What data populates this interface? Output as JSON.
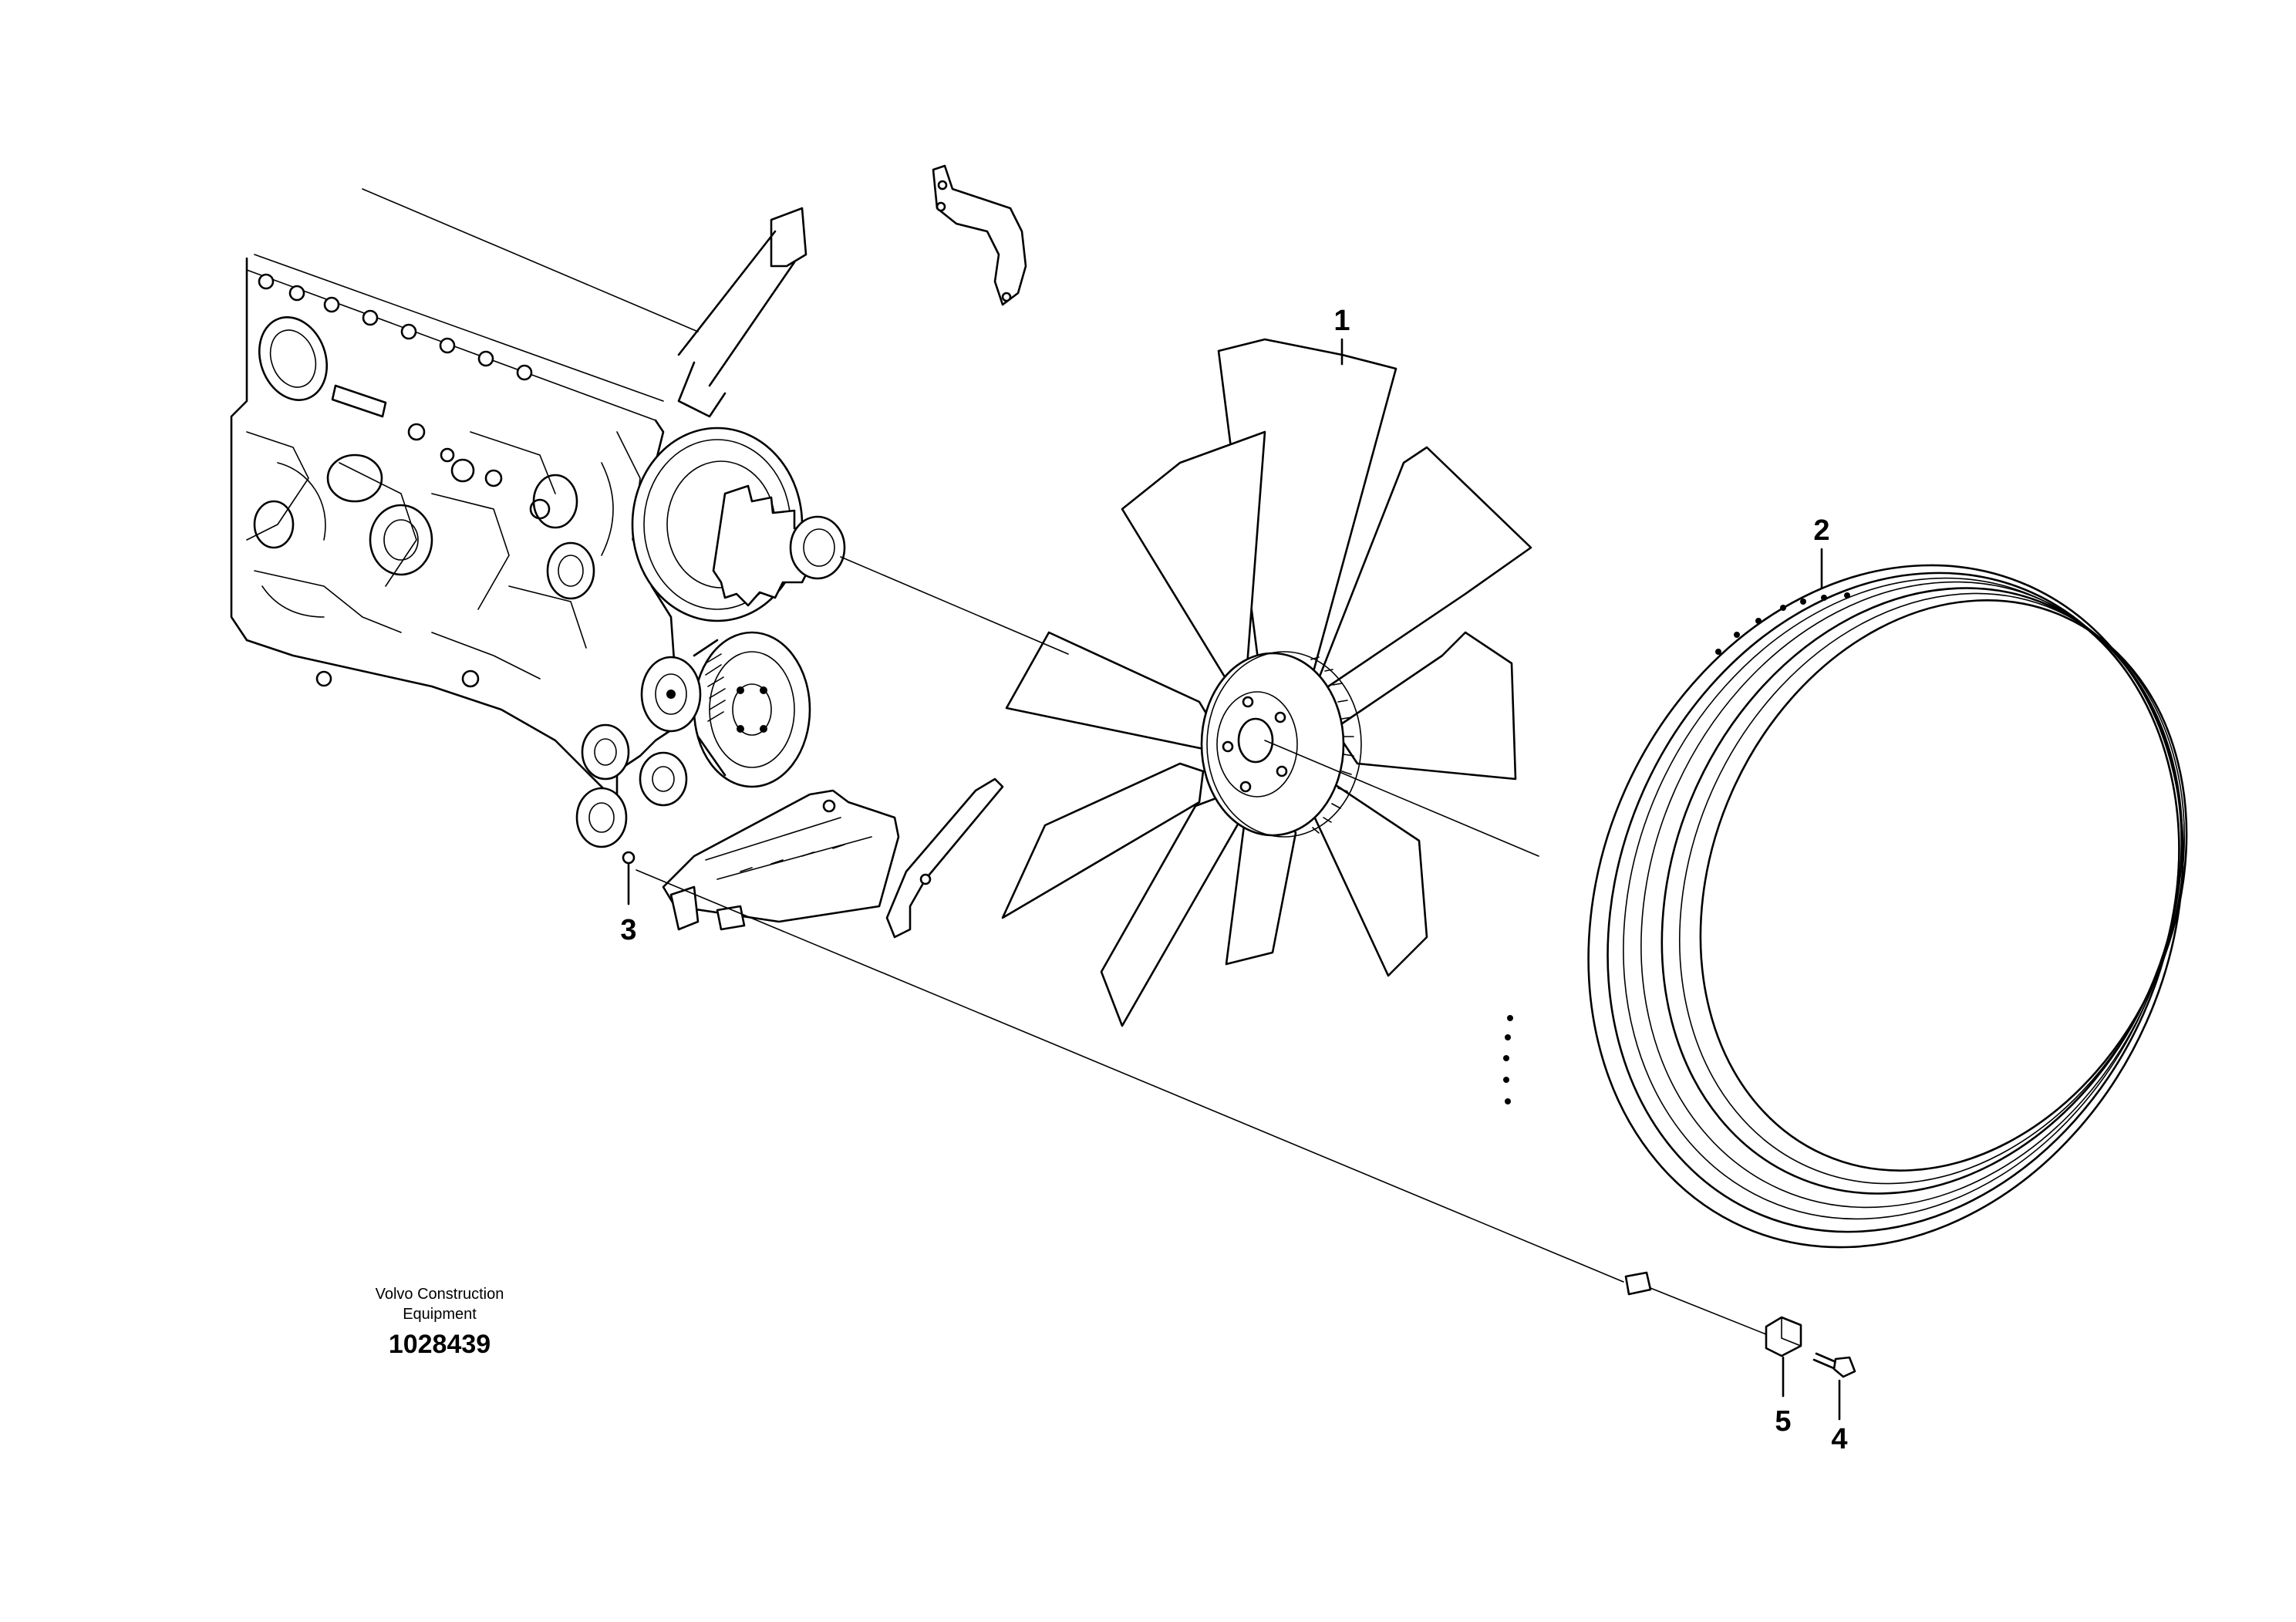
{
  "callouts": [
    {
      "id": "1",
      "part": "fan"
    },
    {
      "id": "2",
      "part": "fan-ring"
    },
    {
      "id": "3",
      "part": "bracket-bolt"
    },
    {
      "id": "4",
      "part": "ring-screw"
    },
    {
      "id": "5",
      "part": "ring-clip"
    }
  ],
  "credit": {
    "line1": "Volvo Construction",
    "line2": "Equipment",
    "number": "1028439"
  },
  "colors": {
    "ink": "#000000",
    "paper": "#ffffff"
  }
}
